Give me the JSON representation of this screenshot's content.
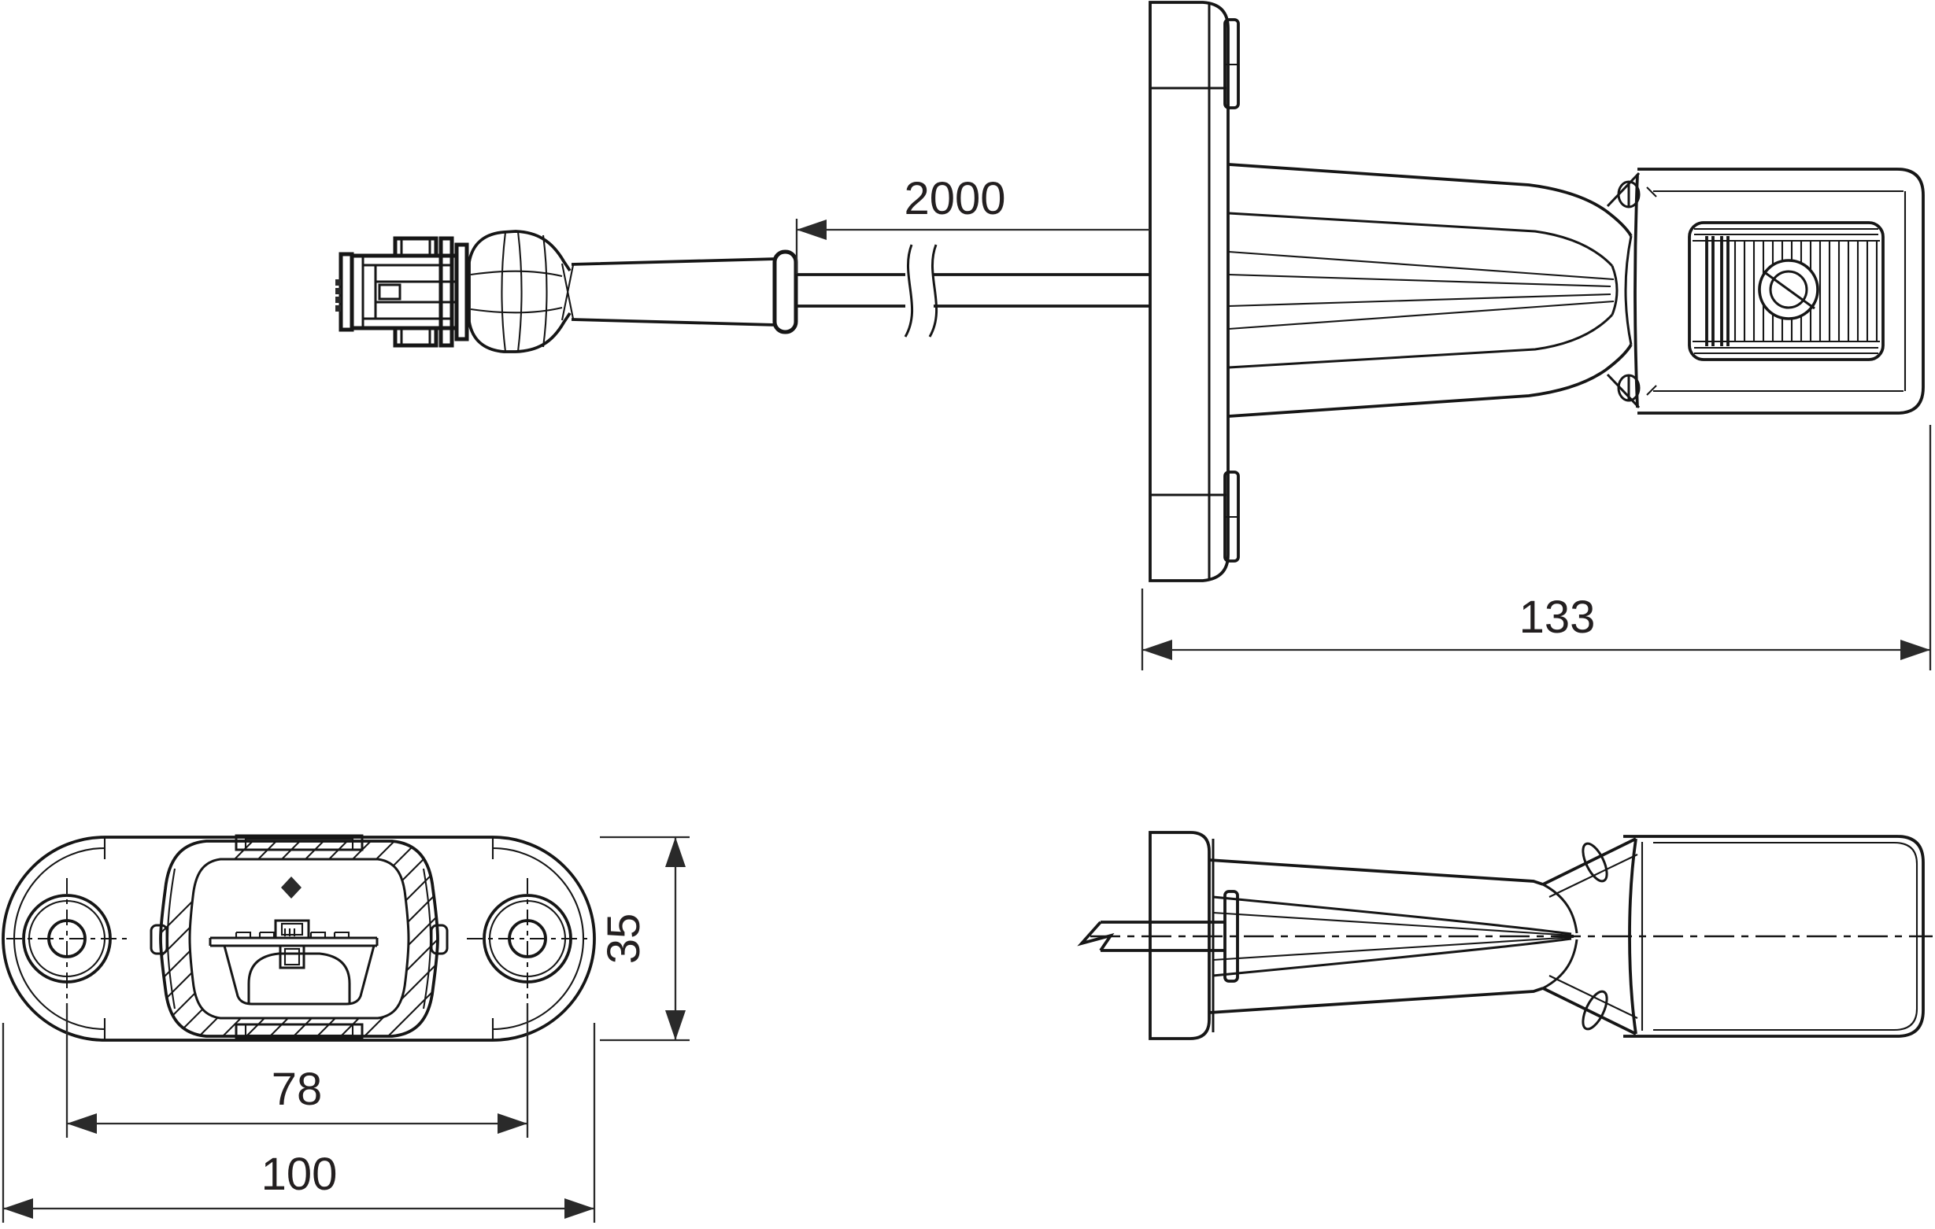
{
  "drawing": {
    "dimensions": {
      "cable_length": "2000",
      "overall_length": "133",
      "hole_spacing": "78",
      "base_length": "100",
      "base_height": "35"
    }
  }
}
